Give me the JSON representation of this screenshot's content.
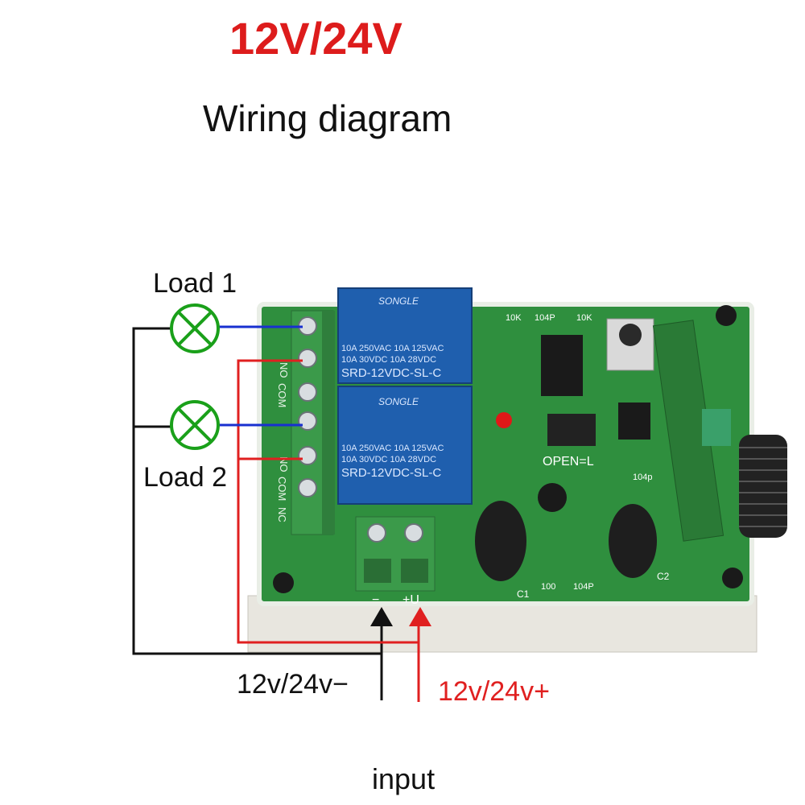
{
  "header": {
    "title": "12V/24V",
    "subtitle": "Wiring diagram"
  },
  "loads": [
    {
      "label": "Load 1"
    },
    {
      "label": "Load 2"
    }
  ],
  "power": {
    "negative_label": "12v/24v−",
    "positive_label": "12v/24v+",
    "input_label": "input"
  },
  "board": {
    "relay_brand": "SONGLE",
    "relay_rating_1": "10A 250VAC  10A 125VAC",
    "relay_rating_2": "10A  30VDC  10A  28VDC",
    "relay_model": "SRD-12VDC-SL-C",
    "terminal_labels": [
      "NO",
      "COM",
      "NC"
    ],
    "jumper_label": "OPEN=L",
    "power_terminal_minus": "−",
    "power_terminal_plus": "+U",
    "silk_10k_a": "10K",
    "silk_104p": "104P",
    "silk_10k_b": "10K",
    "silk_cap_c1": "C1",
    "silk_cap_c2": "C2",
    "silk_100": "100",
    "silk_104p_b": "104P",
    "silk_104p_c": "104p"
  },
  "colors": {
    "title": "#dd1c1c",
    "pcb": "#2f8f3e",
    "relay": "#1f5fae",
    "terminal": "#3b9a4a",
    "wire_load": "#1830d0",
    "wire_positive": "#e02020",
    "wire_negative": "#111111",
    "lamp": "#1aa01a"
  }
}
